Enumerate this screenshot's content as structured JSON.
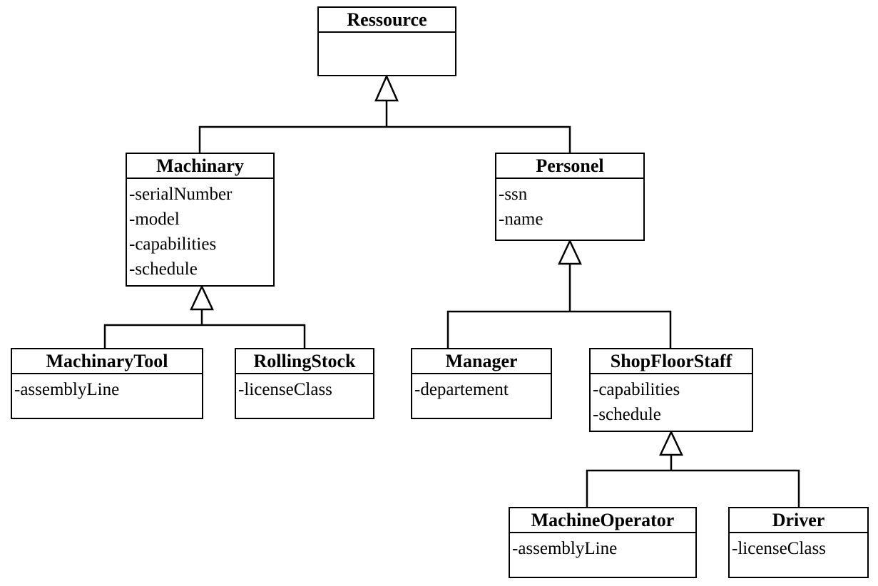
{
  "classes": {
    "ressource": {
      "name": "Ressource",
      "attributes": []
    },
    "machinary": {
      "name": "Machinary",
      "attributes": [
        "-serialNumber",
        "-model",
        "-capabilities",
        "-schedule"
      ]
    },
    "personel": {
      "name": "Personel",
      "attributes": [
        "-ssn",
        "-name"
      ]
    },
    "machinary_tool": {
      "name": "MachinaryTool",
      "attributes": [
        "-assemblyLine"
      ]
    },
    "rolling_stock": {
      "name": "RollingStock",
      "attributes": [
        "-licenseClass"
      ]
    },
    "manager": {
      "name": "Manager",
      "attributes": [
        "-departement"
      ]
    },
    "shop_floor_staff": {
      "name": "ShopFloorStaff",
      "attributes": [
        "-capabilities",
        "-schedule"
      ]
    },
    "machine_operator": {
      "name": "MachineOperator",
      "attributes": [
        "-assemblyLine"
      ]
    },
    "driver": {
      "name": "Driver",
      "attributes": [
        "-licenseClass"
      ]
    }
  },
  "generalizations": [
    {
      "parent": "Ressource",
      "children": [
        "Machinary",
        "Personel"
      ]
    },
    {
      "parent": "Machinary",
      "children": [
        "MachinaryTool",
        "RollingStock"
      ]
    },
    {
      "parent": "Personel",
      "children": [
        "Manager",
        "ShopFloorStaff"
      ]
    },
    {
      "parent": "ShopFloorStaff",
      "children": [
        "MachineOperator",
        "Driver"
      ]
    }
  ],
  "style": {
    "line_color": "#000000",
    "box_fill": "#ffffff"
  }
}
